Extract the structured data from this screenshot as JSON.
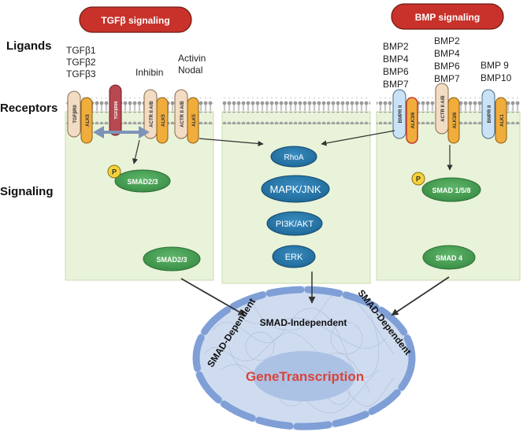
{
  "headers": {
    "tgfb": "TGFβ signaling",
    "bmp": "BMP signaling"
  },
  "row_labels": {
    "ligands": "Ligands",
    "receptors": "Receptors",
    "signaling": "Signaling"
  },
  "ligands": {
    "tgfb": [
      "TGFβ1",
      "TGFβ2",
      "TGFβ3"
    ],
    "inhibin": "Inhibin",
    "activin": [
      "Activin",
      "Nodal"
    ],
    "bmp_a": [
      "BMP2",
      "BMP4",
      "BMP6",
      "BMP7"
    ],
    "bmp_b": [
      "BMP2",
      "BMP4",
      "BMP6",
      "BMP7"
    ],
    "bmp_c": [
      "BMP 9",
      "BMP10"
    ]
  },
  "receptors": {
    "tgfbrii": "TGFβRII",
    "alk5_a": "ALK5",
    "tgfbriii": "TGFβRIII",
    "actr_a": "ACTR II A/B",
    "alk4": "ALK5",
    "actr_b": "ACTR II A/B",
    "alk5_b": "ALK5",
    "bmpr_a": "BMPR II",
    "alk36_a": "ALK3/6",
    "actr_c": "ACTR II A/B",
    "alk36_b": "ALK3/6",
    "bmpr_b": "BMPR II",
    "alk1": "ALK1"
  },
  "smads": {
    "p": "P",
    "smad23_a": "SMAD2/3",
    "smad23_b": "SMAD2/3",
    "smad158": "SMAD 1/5/8",
    "smad4": "SMAD 4"
  },
  "pathways": {
    "rhoa": "RhoA",
    "mapk": "MAPK/JNK",
    "pi3k": "PI3K/AKT",
    "erk": "ERK"
  },
  "nucleus": {
    "left": "SMAD-Dependent",
    "right": "SMAD-Dependent",
    "center": "SMAD-Independent",
    "gene": "GeneTranscription"
  },
  "colors": {
    "header_red": "#c8322a",
    "panel_green": "#e9f3d9",
    "smad_green": "#3f9a4c",
    "path_blue": "#2676a8",
    "nucleus_fill": "#c9d9ef",
    "nucleus_border": "#7f9fd6",
    "gene_red": "#d9443a"
  }
}
